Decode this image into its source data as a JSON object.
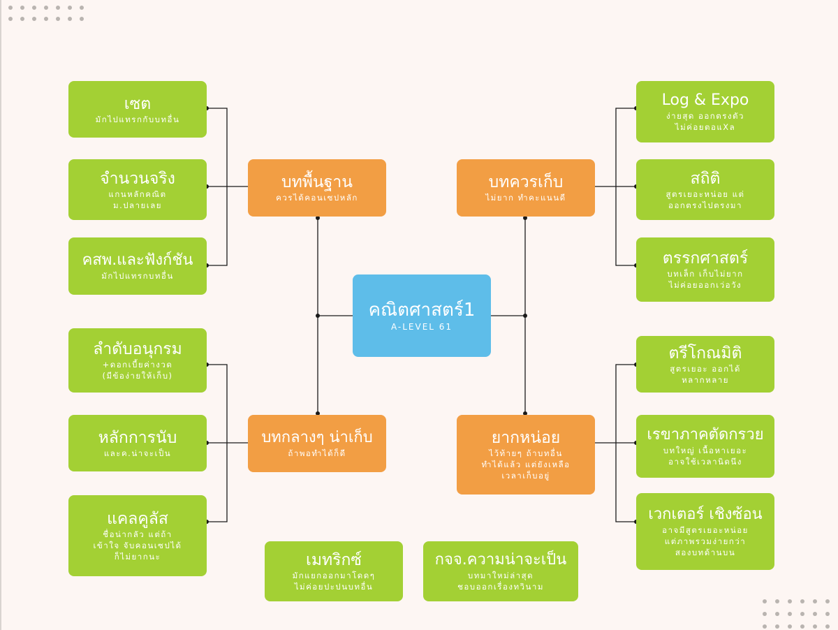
{
  "center": {
    "title": "คณิตศาสตร์1",
    "subtitle": "A-LEVEL 61"
  },
  "hubs": {
    "basic": {
      "title": "บทพื้นฐาน",
      "line1": "ควรได้คอนเซปหลัก"
    },
    "keep": {
      "title": "บทควรเก็บ",
      "line1": "ไม่ยาก ทำคะแนนดี"
    },
    "medium": {
      "title": "บทกลางๆ น่าเก็บ",
      "line1": "ถ้าพอทำได้ก็ดี"
    },
    "hard": {
      "title": "ยากหน่อย",
      "line1": "ไว้ท้ายๆ ถ้าบทอื่น",
      "line2": "ทำได้แล้ว แต่ยังเหลือ",
      "line3": "เวลาเก็บอยู่"
    }
  },
  "topics": {
    "set": {
      "title": "เซต",
      "line1": "มักไปแทรกกับบทอื่น"
    },
    "real": {
      "title": "จำนวนจริง",
      "line1": "แกนหลักคณิต",
      "line2": "ม.ปลายเลย"
    },
    "func": {
      "title": "คสพ.และฟังก์ชัน",
      "line1": "มักไปแทรกบทอื่น"
    },
    "log": {
      "title": "Log & Expo",
      "line1": "ง่ายสุด ออกตรงตัว",
      "line2": "ไม่ค่อยตอแXล"
    },
    "stat": {
      "title": "สถิติ",
      "line1": "สูตรเยอะหน่อย แต่",
      "line2": "ออกตรงไปตรงมา"
    },
    "logic": {
      "title": "ตรรกศาสตร์",
      "line1": "บทเล็ก เก็บไม่ยาก",
      "line2": "ไม่ค่อยออกเว่อวัง"
    },
    "seq": {
      "title": "ลำดับอนุกรม",
      "line1": "+ดอกเบี้ยค่างวด",
      "line2": "(มีข้อง่ายให้เก็บ)"
    },
    "count": {
      "title": "หลักการนับ",
      "line1": "และค.น่าจะเป็น"
    },
    "calc": {
      "title": "แคลคูลัส",
      "line1": "ชื่อน่ากลัว แต่ถ้า",
      "line2": "เข้าใจ จับคอนเซปได้",
      "line3": "ก็ไม่ยากนะ"
    },
    "trig": {
      "title": "ตรีโกณมิติ",
      "line1": "สูตรเยอะ ออกได้",
      "line2": "หลากหลาย"
    },
    "conic": {
      "title": "เรขาภาคตัดกรวย",
      "line1": "บทใหญ่ เนื้อหาเยอะ",
      "line2": "อาจใช้เวลานิดนึง"
    },
    "vector": {
      "title": "เวกเตอร์ เชิงซ้อน",
      "line1": "อาจมีสูตรเยอะหน่อย",
      "line2": "แต่ภาพรวมง่ายกว่า",
      "line3": "สองบทด้านบน"
    },
    "matrix": {
      "title": "เมทริกซ์",
      "line1": "มักแยกออกมาโดดๆ",
      "line2": "ไม่ค่อยปะปนบทอื่น"
    },
    "prob": {
      "title": "กจจ.ความน่าจะเป็น",
      "line1": "บทมาใหม่ล่าสุด",
      "line2": "ชอบออกเรื่องทวินาม"
    }
  },
  "colors": {
    "green": "#a3d034",
    "orange": "#f29e44",
    "blue": "#5ebde9",
    "background": "#fdf6f3",
    "line": "#1a1a1a"
  }
}
